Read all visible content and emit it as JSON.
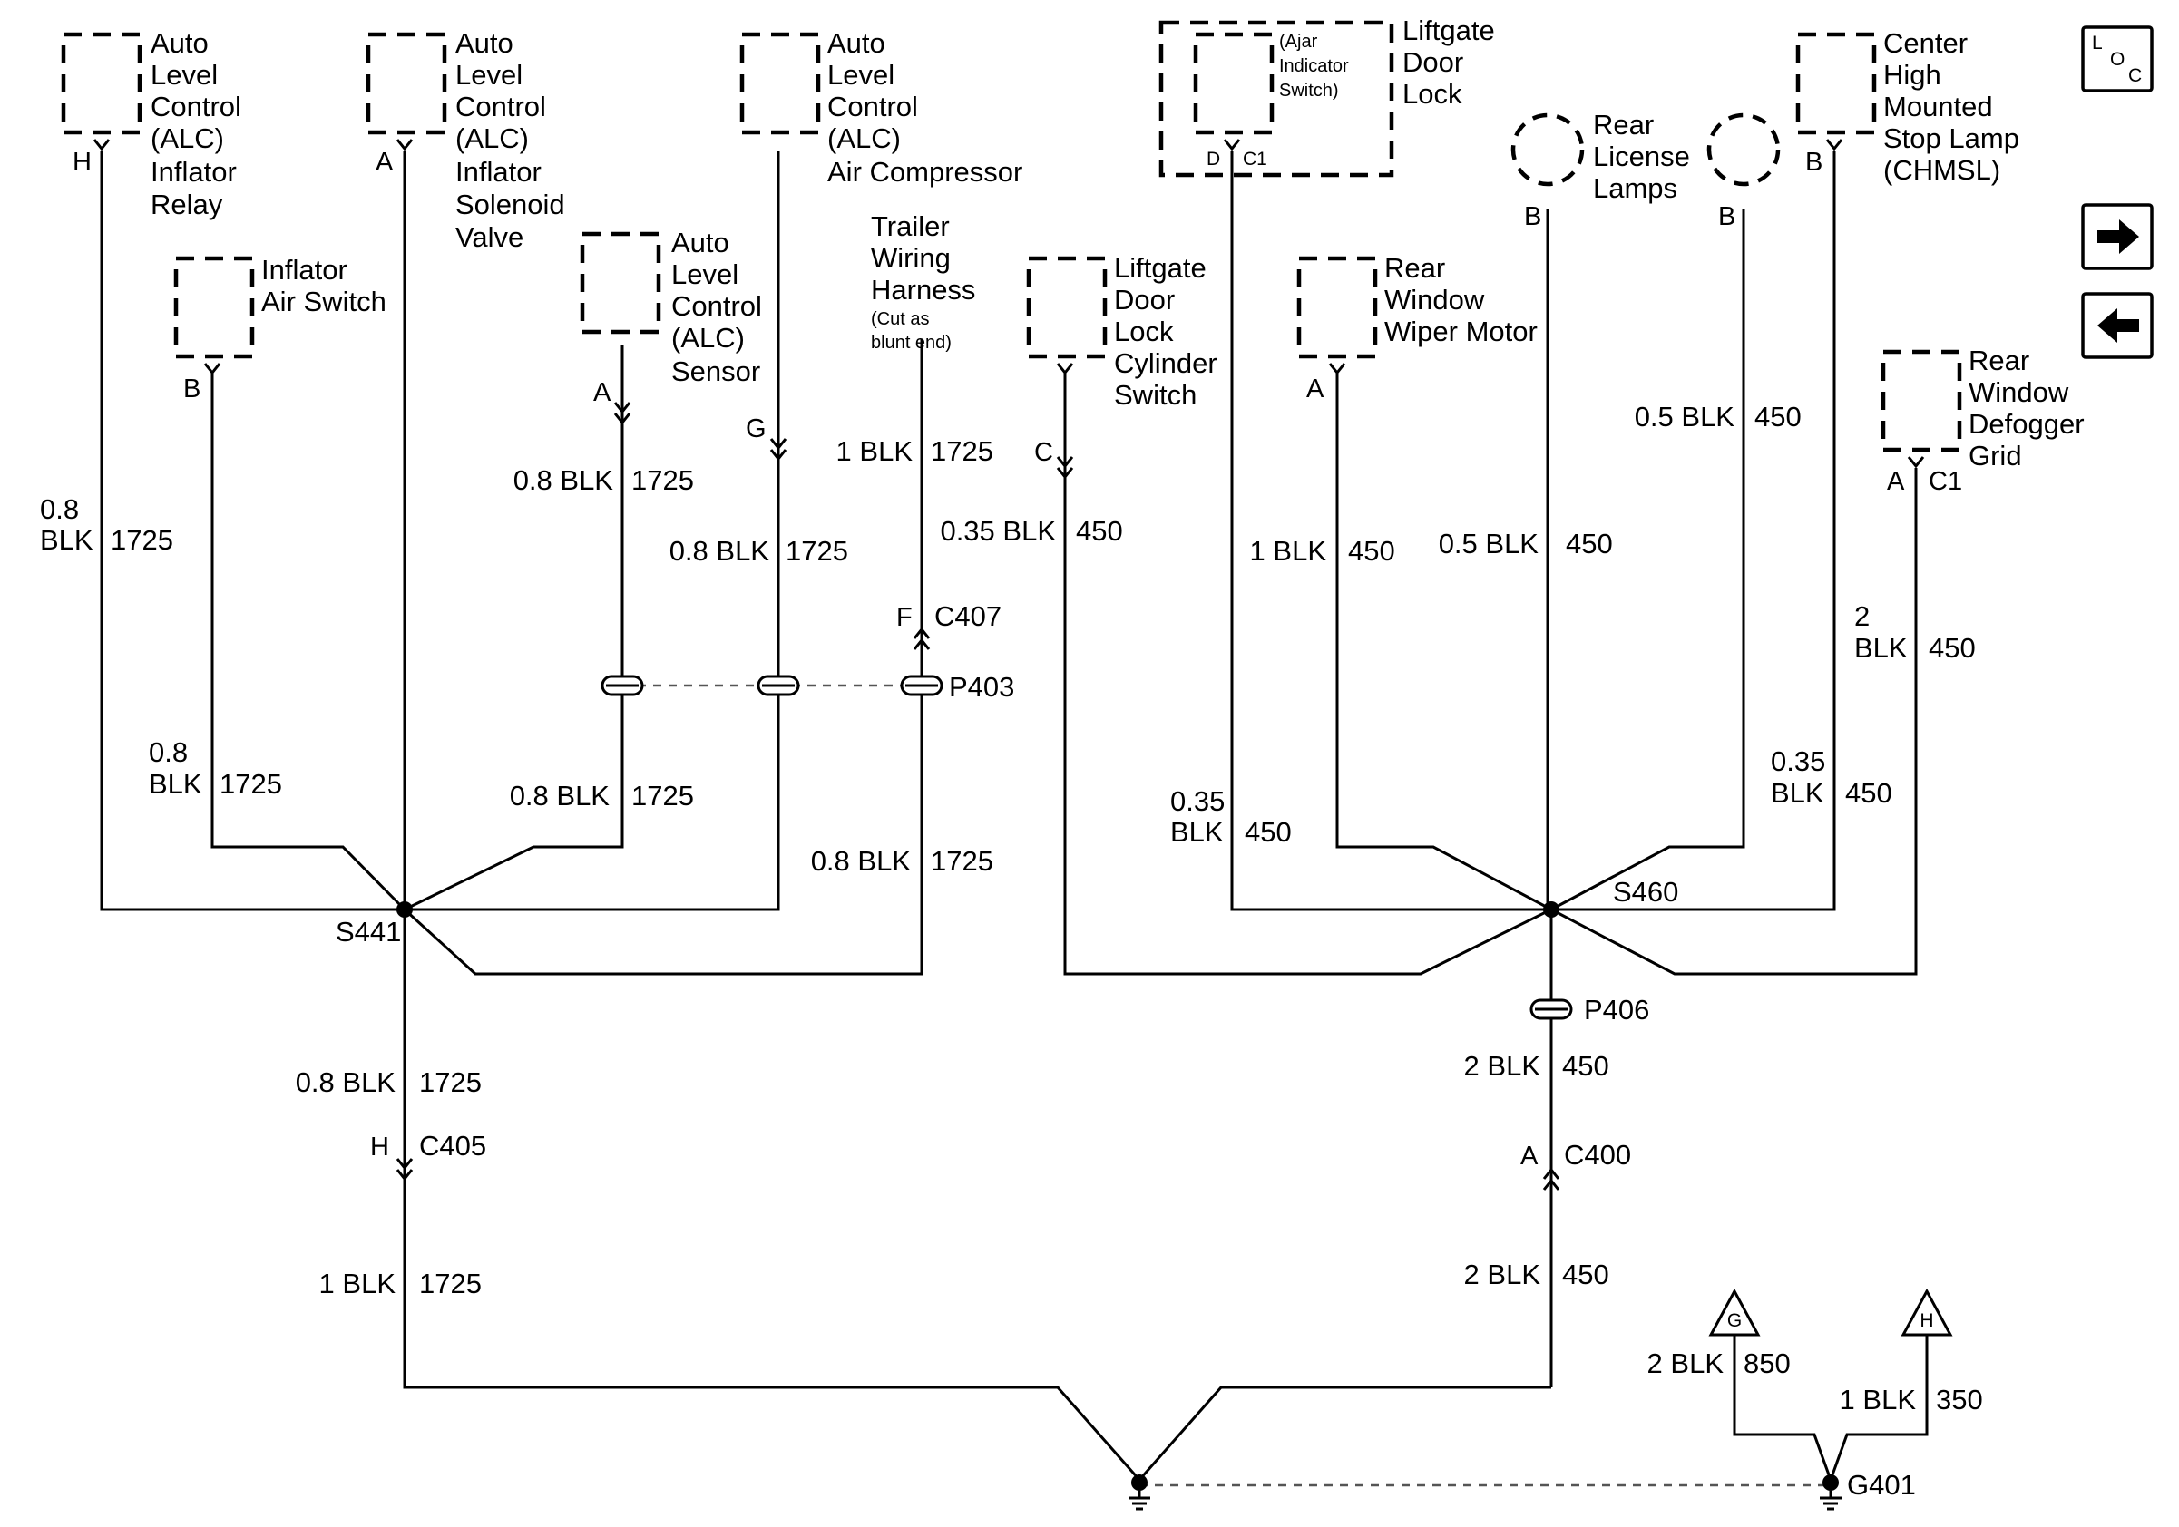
{
  "components": {
    "alc_relay": [
      "Auto",
      "Level",
      "Control",
      "(ALC)",
      "Inflator",
      "Relay"
    ],
    "alc_valve": [
      "Auto",
      "Level",
      "Control",
      "(ALC)",
      "Inflator",
      "Solenoid",
      "Valve"
    ],
    "alc_compressor": [
      "Auto",
      "Level",
      "Control",
      "(ALC)",
      "Air Compressor"
    ],
    "inflator_switch": [
      "Inflator",
      "Air Switch"
    ],
    "alc_sensor": [
      "Auto",
      "Level",
      "Control",
      "(ALC)",
      "Sensor"
    ],
    "trailer": [
      "Trailer",
      "Wiring",
      "Harness"
    ],
    "trailer_note": [
      "(Cut as",
      "blunt end)"
    ],
    "liftgate_lock": [
      "Liftgate",
      "Door",
      "Lock"
    ],
    "ajar_switch": [
      "(Ajar",
      "Indicator",
      "Switch)"
    ],
    "license_lamps": [
      "Rear",
      "License",
      "Lamps"
    ],
    "chmsl": [
      "Center",
      "High",
      "Mounted",
      "Stop Lamp",
      "(CHMSL)"
    ],
    "cylinder_switch": [
      "Liftgate",
      "Door",
      "Lock",
      "Cylinder",
      "Switch"
    ],
    "wiper_motor": [
      "Rear",
      "Window",
      "Wiper Motor"
    ],
    "defogger": [
      "Rear",
      "Window",
      "Defogger",
      "Grid"
    ]
  },
  "pins": {
    "relay": "H",
    "valve": "A",
    "compressor": "G",
    "switch": "B",
    "sensor": "A",
    "trailer": "F",
    "cylinder": "C",
    "ajar_d": "D",
    "ajar_c1": "C1",
    "lamp_l": "B",
    "lamp_r": "B",
    "chmsl": "B",
    "wiper": "A",
    "defog_a": "A",
    "defog_c1": "C1",
    "c405": "H",
    "c400": "A"
  },
  "wires": {
    "relay": [
      "0.8",
      "BLK",
      "1725"
    ],
    "switch": [
      "0.8",
      "BLK",
      "1725"
    ],
    "sensor_up": "0.8 BLK",
    "sensor_up_c": "1725",
    "compressor": "0.8 BLK",
    "compressor_c": "1725",
    "trailer_up": "1 BLK",
    "trailer_up_c": "1725",
    "trailer_mid": "0.35 BLK",
    "trailer_mid_c": "450",
    "sensor_low": "0.8 BLK",
    "sensor_low_c": "1725",
    "trailer_low": "0.8 BLK",
    "trailer_low_c": "1725",
    "s441_down": "0.8 BLK",
    "s441_down_c": "1725",
    "c405_down": "1 BLK",
    "c405_down_c": "1725",
    "ajar": [
      "0.35",
      "BLK",
      "450"
    ],
    "wiper": "1 BLK",
    "wiper_c": "450",
    "lamp_l": "0.5 BLK",
    "lamp_l_c": "450",
    "lamp_r": "0.5 BLK",
    "lamp_r_c": "450",
    "chmsl": [
      "0.35",
      "BLK",
      "450"
    ],
    "defog": [
      "2",
      "BLK",
      "450"
    ],
    "p406_down": "2 BLK",
    "p406_down_c": "450",
    "c400_down": "2 BLK",
    "c400_down_c": "450",
    "g_wire": "2 BLK",
    "g_wire_c": "850",
    "h_wire": "1 BLK",
    "h_wire_c": "350"
  },
  "connectors": {
    "c407": "C407",
    "p403": "P403",
    "s441": "S441",
    "s460": "S460",
    "p406": "P406",
    "c405": "C405",
    "c400": "C400",
    "g401": "G401"
  },
  "offpage": {
    "g": "G",
    "h": "H"
  },
  "nav": {
    "loc": [
      "L",
      "O",
      "C"
    ],
    "forward_icon": "right-arrow-icon",
    "back_icon": "left-arrow-icon"
  }
}
